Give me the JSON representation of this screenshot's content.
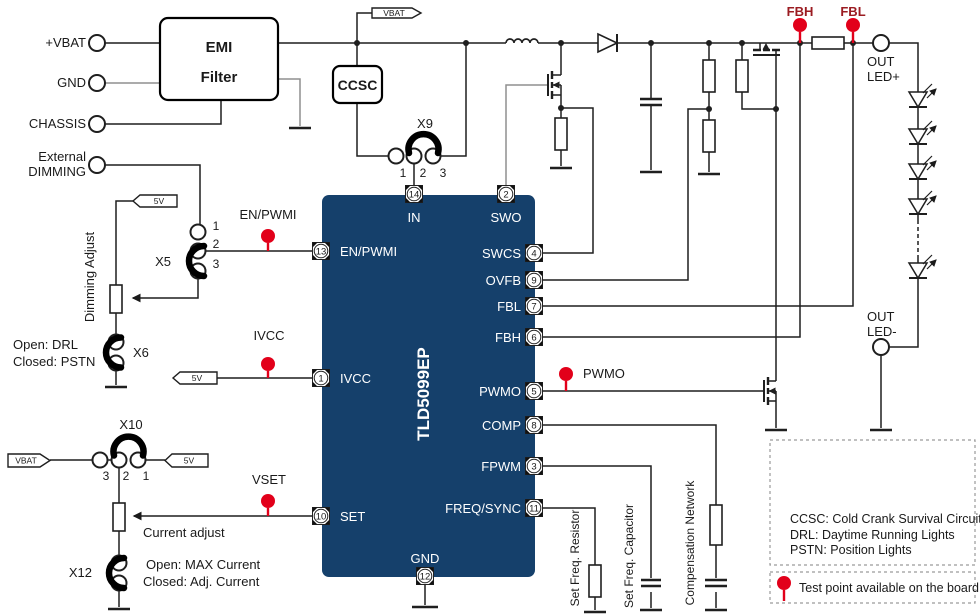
{
  "colors": {
    "ic_fill": "#15406b",
    "test_point_red": "#e2001a",
    "wire": "#1f1f1f"
  },
  "io": {
    "vbat": "+VBAT",
    "gnd": "GND",
    "chassis": "CHASSIS",
    "ext_dimming_line1": "External",
    "ext_dimming_line2": "DIMMING",
    "out_led_plus_line1": "OUT",
    "out_led_plus_line2": "LED+",
    "out_led_minus_line1": "OUT",
    "out_led_minus_line2": "LED-"
  },
  "blocks": {
    "emi_line1": "EMI",
    "emi_line2": "Filter",
    "ccsc": "CCSC"
  },
  "flags": {
    "vbat_rail": "VBAT",
    "v5_dimming": "5V",
    "v5_ivcc": "5V",
    "vbat_x10": "VBAT",
    "v5_x10": "5V"
  },
  "jumpers": {
    "x9": {
      "name": "X9",
      "pin1": "1",
      "pin2": "2",
      "pin3": "3"
    },
    "x5": {
      "name": "X5",
      "pin1": "1",
      "pin2": "2",
      "pin3": "3"
    },
    "x6": {
      "name": "X6"
    },
    "x10": {
      "name": "X10",
      "pin1": "1",
      "pin2": "2",
      "pin3": "3"
    },
    "x12": {
      "name": "X12"
    }
  },
  "test_points": {
    "en_pwmi": "EN/PWMI",
    "ivcc": "IVCC",
    "vset": "VSET",
    "pwmo": "PWMO",
    "fbh": "FBH",
    "fbl": "FBL"
  },
  "ic": {
    "part": "TLD5099EP",
    "pins": {
      "in": {
        "num": "14",
        "name": "IN"
      },
      "swo": {
        "num": "2",
        "name": "SWO"
      },
      "en_pwmi": {
        "num": "13",
        "name": "EN/PWMI"
      },
      "ivcc": {
        "num": "1",
        "name": "IVCC"
      },
      "set": {
        "num": "10",
        "name": "SET"
      },
      "swcs": {
        "num": "4",
        "name": "SWCS"
      },
      "ovfb": {
        "num": "9",
        "name": "OVFB"
      },
      "fbl": {
        "num": "7",
        "name": "FBL"
      },
      "fbh": {
        "num": "6",
        "name": "FBH"
      },
      "pwmo": {
        "num": "5",
        "name": "PWMO"
      },
      "comp": {
        "num": "8",
        "name": "COMP"
      },
      "fpwm": {
        "num": "3",
        "name": "FPWM"
      },
      "freq_sync": {
        "num": "11",
        "name": "FREQ/SYNC"
      },
      "gnd": {
        "num": "12",
        "name": "GND"
      }
    }
  },
  "annotations": {
    "dimming_adjust": "Dimming Adjust",
    "x6_open": "Open: DRL",
    "x6_closed": "Closed: PSTN",
    "current_adjust": "Current adjust",
    "x12_open": "Open: MAX Current",
    "x12_closed": "Closed: Adj. Current",
    "set_freq_resistor": "Set Freq. Resistor",
    "set_freq_capacitor": "Set Freq. Capacitor",
    "compensation_network": "Compensation Network"
  },
  "legend": {
    "ccsc": "CCSC: Cold Crank Survival Circuit",
    "drl": "DRL: Daytime Running Lights",
    "pstn": "PSTN: Position Lights",
    "test_point": "Test point available on the board"
  }
}
